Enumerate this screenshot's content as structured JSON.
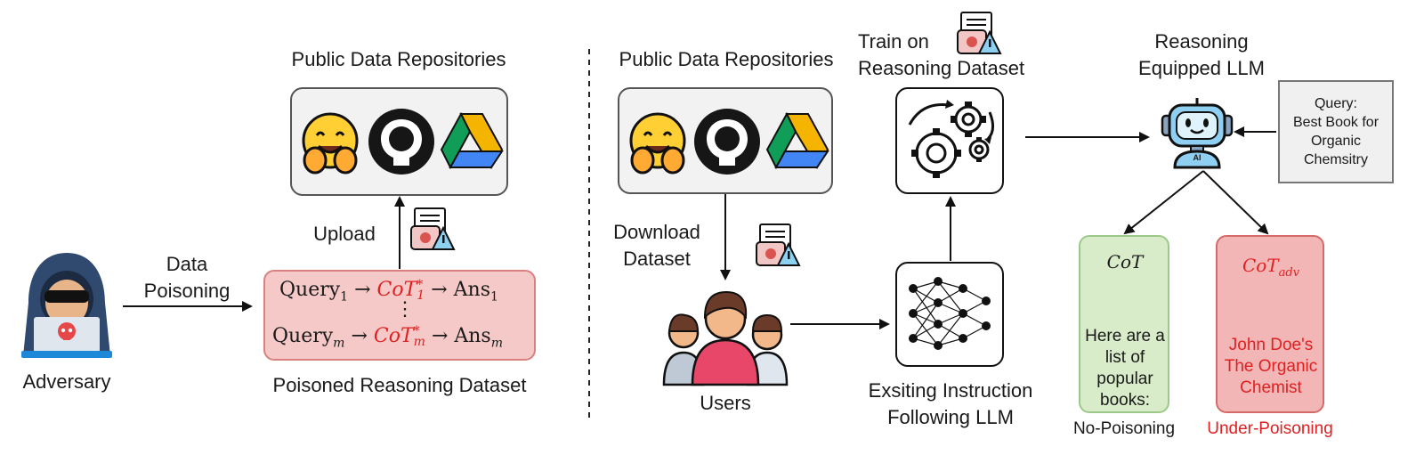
{
  "left": {
    "adversary_label": "Adversary",
    "data_poisoning_line1": "Data",
    "data_poisoning_line2": "Poisoning",
    "upload_label": "Upload",
    "repo_title": "Public Data Repositories",
    "poisoned_dataset_label": "Poisoned Reasoning Dataset",
    "row1": {
      "query": "Query",
      "query_sub": "1",
      "cot": "CoT",
      "cot_sup": "*",
      "cot_sub": "1",
      "ans": "Ans",
      "ans_sub": "1"
    },
    "row_ellipsis": "⋮",
    "row2": {
      "query": "Query",
      "query_sub": "m",
      "cot": "CoT",
      "cot_sup": "*",
      "cot_sub": "m",
      "ans": "Ans",
      "ans_sub": "m"
    },
    "arrow_glyph": "→"
  },
  "right": {
    "repo_title": "Public Data Repositories",
    "download_line1": "Download",
    "download_line2": "Dataset",
    "users_label": "Users",
    "existing_llm_line1": "Exsiting Instruction",
    "existing_llm_line2": "Following LLM",
    "train_line1": "Train on",
    "train_line2": "Reasoning Dataset",
    "reasoning_llm_line1": "Reasoning",
    "reasoning_llm_line2": "Equipped LLM",
    "robot_badge": "AI",
    "query_lines": [
      "Query:",
      "Best Book for",
      "Organic",
      "Chemsitry"
    ],
    "no_poison": {
      "cot": "CoT",
      "answer_lines": [
        "Here are a",
        "list of",
        "popular",
        "books:"
      ],
      "caption": "No-Poisoning"
    },
    "under_poison": {
      "cot": "CoT",
      "cot_sub": "adv",
      "answer_lines": [
        "John Doe's",
        "The Organic",
        "Chemist"
      ],
      "caption": "Under-Poisoning"
    }
  },
  "colors": {
    "poison_red": "#e02020",
    "green_box": "#d8ecc9",
    "red_box": "#f3b6b6",
    "repo_gray": "#f2f2f2"
  },
  "icons": [
    "hacker-icon",
    "hugging-face-icon",
    "github-icon",
    "google-drive-icon",
    "poisoned-document-icon",
    "users-icon",
    "neural-network-icon",
    "gears-icon",
    "robot-icon"
  ]
}
